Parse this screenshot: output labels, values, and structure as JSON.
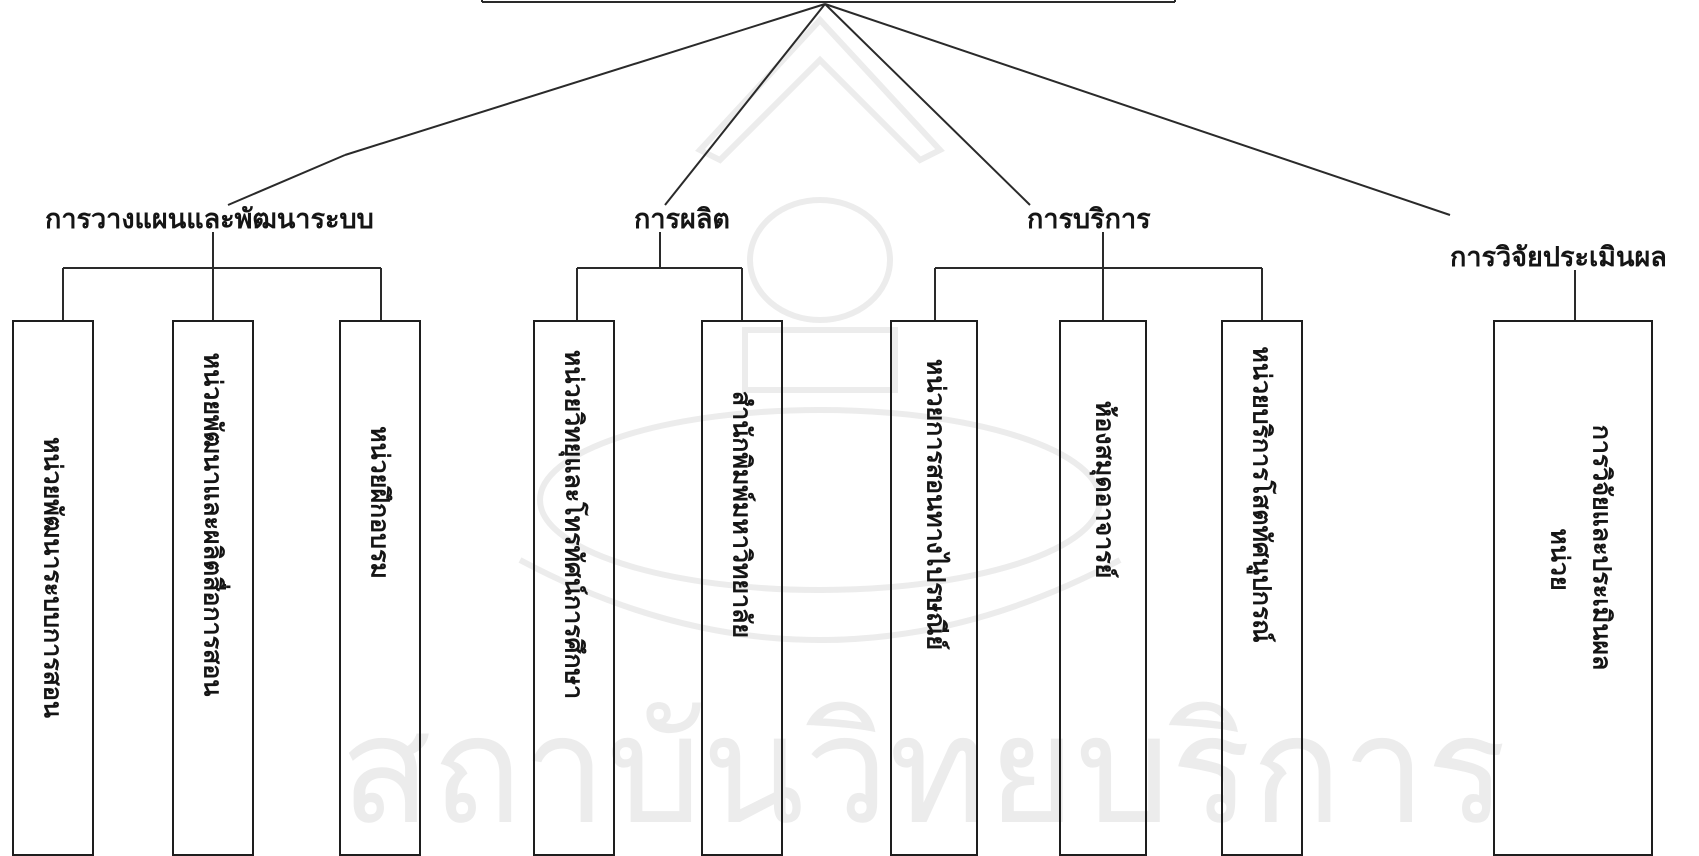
{
  "diagram": {
    "categories": [
      {
        "id": "planning",
        "label": "การวางแผนและพัฒนาระบบ",
        "units": [
          {
            "lines": [
              "หน่วยพัฒนาระบบการสอน"
            ]
          },
          {
            "lines": [
              "หน่วยพัฒนาและผลิตสื่อการสอน"
            ]
          },
          {
            "lines": [
              "หน่วยฝึกอบรม"
            ]
          }
        ]
      },
      {
        "id": "production",
        "label": "การผลิต",
        "units": [
          {
            "lines": [
              "หน่วยวิทยุและโทรทัศน์การศึกษา"
            ]
          },
          {
            "lines": [
              "สำนักพิมพ์มหาวิทยาลัย"
            ]
          }
        ]
      },
      {
        "id": "services",
        "label": "การบริการ",
        "units": [
          {
            "lines": [
              "หน่วยการสอนทางไปรษณีย์"
            ]
          },
          {
            "lines": [
              "ห้องสมุดอาจารย์"
            ]
          },
          {
            "lines": [
              "หน่วยบริการโสตทัศนูปกรณ์"
            ]
          }
        ]
      },
      {
        "id": "research",
        "label": "การวิจัยประเมินผล",
        "units": [
          {
            "lines": [
              "หน่วย",
              "การวิจัยและประเมินผล"
            ]
          }
        ]
      }
    ]
  },
  "watermark": "สถาบันวิทยบริการ",
  "colors": {
    "line": "#2a2a2a",
    "text": "#151515",
    "watermark": "#ececec",
    "background": "#ffffff"
  }
}
